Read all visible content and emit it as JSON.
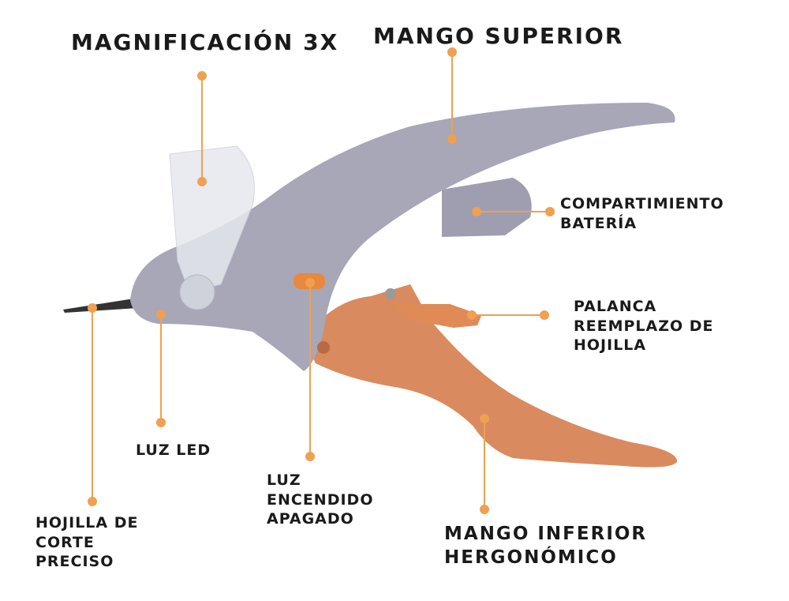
{
  "colors": {
    "accent": "#f0a050",
    "upper_handle": "#a7a7b8",
    "lower_handle": "#d98b5f",
    "text": "#1a1a1a"
  },
  "labels": {
    "magnification": [
      "MAGNIFICACIÓN 3X"
    ],
    "upper_handle": [
      "MANGO SUPERIOR"
    ],
    "battery": [
      "COMPARTIMIENTO",
      "BATERÍA"
    ],
    "lever": [
      "PALANCA",
      "REEMPLAZO DE",
      "HOJILLA"
    ],
    "led": [
      "LUZ LED"
    ],
    "power": [
      "LUZ",
      "ENCENDIDO",
      "APAGADO"
    ],
    "blade": [
      "HOJILLA DE",
      "CORTE",
      "PRECISO"
    ],
    "lower_handle": [
      "MANGO INFERIOR",
      "HERGONÓMICO"
    ]
  }
}
